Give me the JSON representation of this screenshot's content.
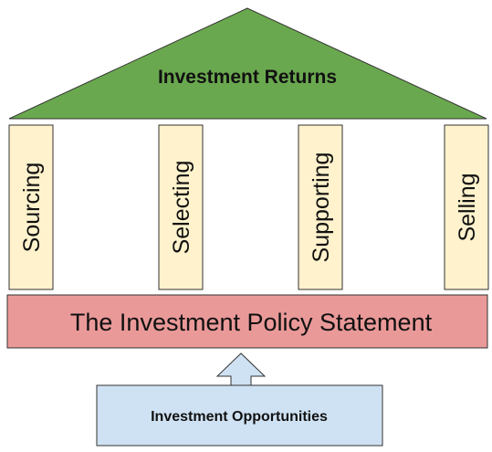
{
  "roof": {
    "label": "Investment Returns",
    "color": "#6aa84f"
  },
  "pillars": [
    {
      "label": "Sourcing"
    },
    {
      "label": "Selecting"
    },
    {
      "label": "Supporting"
    },
    {
      "label": "Selling"
    }
  ],
  "pillar_color": "#fff2cc",
  "base": {
    "label": "The Investment Policy Statement",
    "color": "#ea9999"
  },
  "input": {
    "label": "Investment Opportunities",
    "color": "#cfe2f3"
  },
  "arrow_color": "#cfe2f3",
  "outline_color": "#333333"
}
